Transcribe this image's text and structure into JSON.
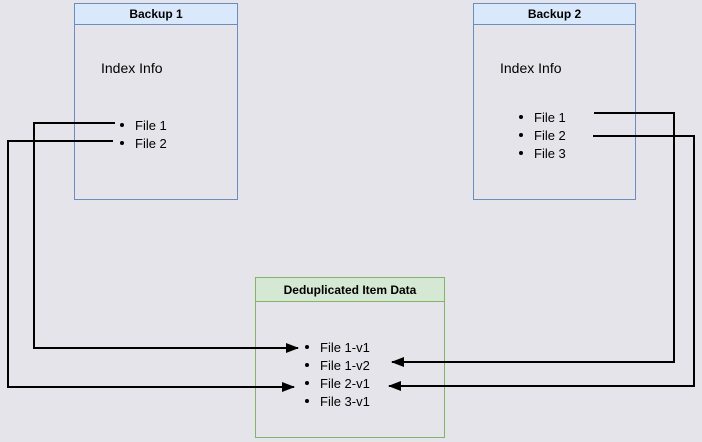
{
  "canvas": {
    "background_color": "#e5e4ea",
    "connector_color": "#000000"
  },
  "backup1": {
    "title": "Backup 1",
    "index_label": "Index Info",
    "files": [
      "File 1",
      "File 2"
    ],
    "border_color": "#6c8ebf",
    "title_fill": "#dae8fc"
  },
  "backup2": {
    "title": "Backup 2",
    "index_label": "Index Info",
    "files": [
      "File 1",
      "File 2",
      "File 3"
    ],
    "border_color": "#6c8ebf",
    "title_fill": "#dae8fc"
  },
  "dedup": {
    "title": "Deduplicated Item Data",
    "items": [
      "File 1-v1",
      "File 1-v2",
      "File 2-v1",
      "File 3-v1"
    ],
    "border_color": "#82b366",
    "title_fill": "#d5e8d4"
  },
  "connections": [
    {
      "from": "Backup 1 / File 1",
      "to": "Deduplicated Item Data / File 1-v1"
    },
    {
      "from": "Backup 1 / File 2",
      "to": "Deduplicated Item Data / File 2-v1"
    },
    {
      "from": "Backup 2 / File 1",
      "to": "Deduplicated Item Data / File 1-v2"
    },
    {
      "from": "Backup 2 / File 2",
      "to": "Deduplicated Item Data / File 2-v1"
    }
  ]
}
